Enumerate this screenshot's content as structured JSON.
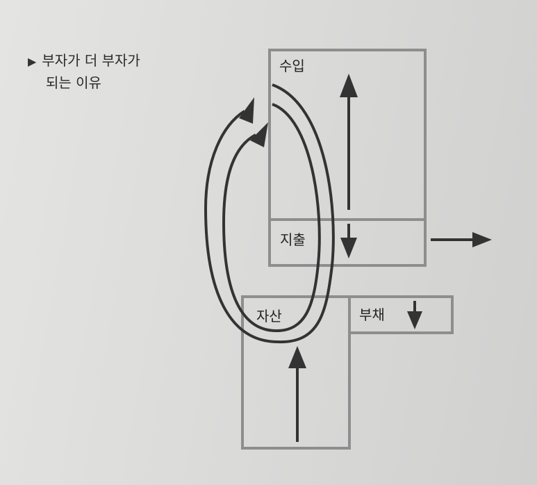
{
  "caption": {
    "marker": "▶",
    "line1": "부자가 더 부자가",
    "line2": "되는 이유"
  },
  "diagram": {
    "income_label": "수입",
    "expense_label": "지출",
    "assets_label": "자산",
    "liabilities_label": "부채"
  },
  "colors": {
    "box_stroke": "#8e8e8e",
    "arrow": "#333333",
    "paper": "#dcdcda"
  }
}
